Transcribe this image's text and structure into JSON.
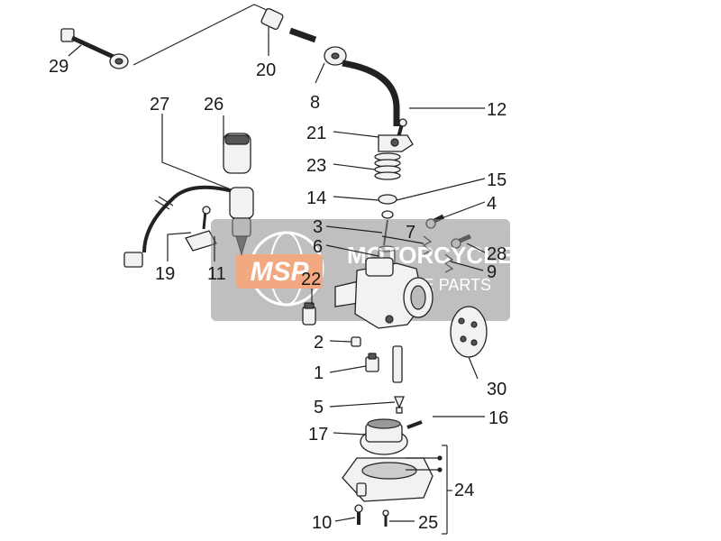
{
  "watermark": {
    "logo_text": "MSP",
    "line1": "MOTORCYCLE",
    "line2": "SPARE PARTS",
    "accent_color": "#e8621a",
    "band_color": "#8c8c8c"
  },
  "callouts": {
    "c1": "1",
    "c2": "2",
    "c3": "3",
    "c4": "4",
    "c5": "5",
    "c6": "6",
    "c7": "7",
    "c8": "8",
    "c9": "9",
    "c10": "10",
    "c11": "11",
    "c12": "12",
    "c14": "14",
    "c15": "15",
    "c16": "16",
    "c17": "17",
    "c19": "19",
    "c20": "20",
    "c21": "21",
    "c22": "22",
    "c23": "23",
    "c24": "24",
    "c25": "25",
    "c26": "26",
    "c27": "27",
    "c28": "28",
    "c29": "29",
    "c30": "30"
  }
}
